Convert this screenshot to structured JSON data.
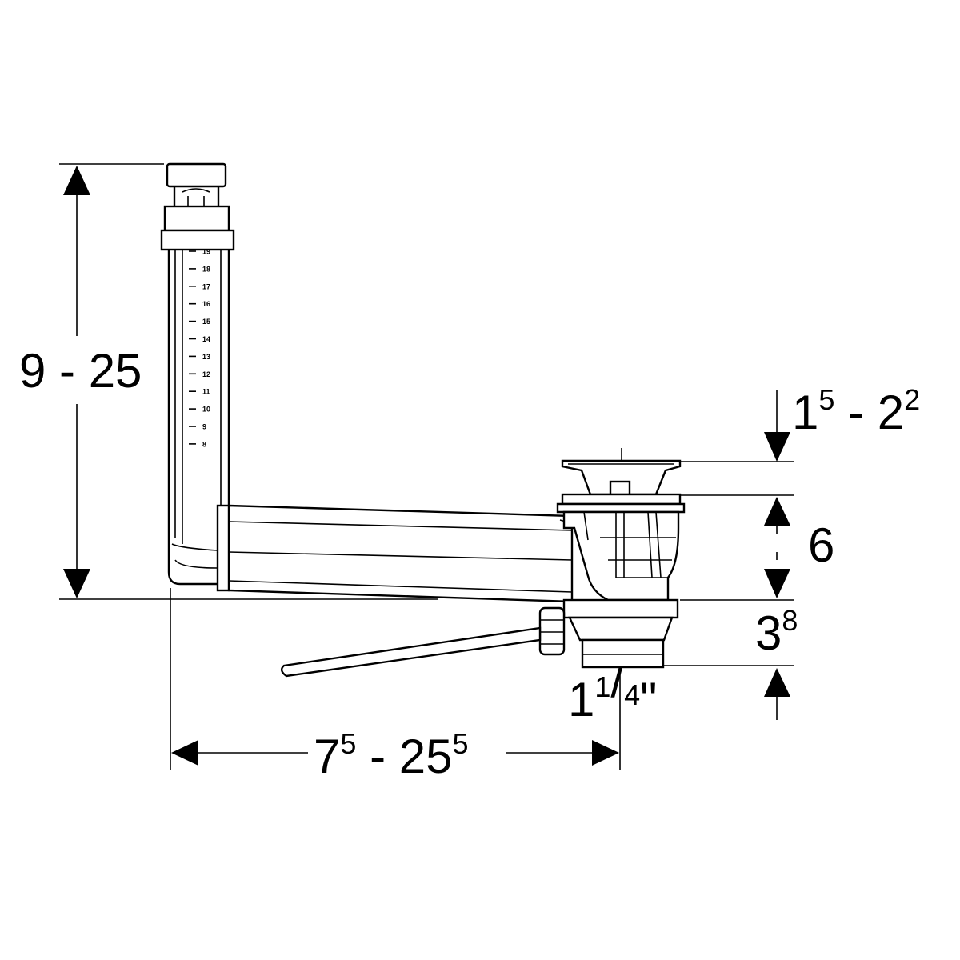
{
  "dimensions": {
    "height_range": {
      "text": "9 - 25"
    },
    "overflow_height": {
      "base_a": "1",
      "sup_a": "5",
      "sep": " - ",
      "base_b": "2",
      "sup_b": "2"
    },
    "basket_height": {
      "text": "6"
    },
    "outlet_height": {
      "base": "3",
      "sup": "8"
    },
    "thread_size": {
      "whole": "1",
      "num": "1",
      "slash": "/",
      "den": "4",
      "unit": "\""
    },
    "length_range": {
      "base_a": "7",
      "sup_a": "5",
      "sep": " - ",
      "base_b": "25",
      "sup_b": "5"
    }
  },
  "scale_marks": [
    "19",
    "18",
    "17",
    "16",
    "15",
    "14",
    "13",
    "12",
    "11",
    "10",
    "9",
    "8"
  ],
  "colors": {
    "line": "#000000",
    "background": "#ffffff"
  }
}
